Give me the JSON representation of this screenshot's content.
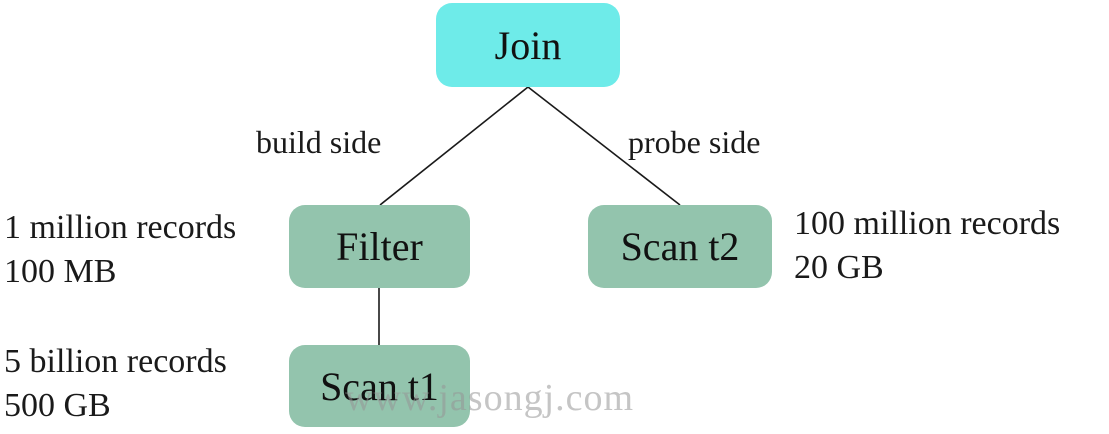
{
  "nodes": {
    "join": "Join",
    "filter": "Filter",
    "scan_t2": "Scan t2",
    "scan_t1": "Scan t1"
  },
  "edges": {
    "build_side": "build side",
    "probe_side": "probe side"
  },
  "stats": {
    "filter": [
      "1 million records",
      "100 MB"
    ],
    "scan_t2": [
      "100 million records",
      "20 GB"
    ],
    "scan_t1": [
      "5 billion records",
      "500 GB"
    ]
  },
  "watermark": "www.jasongj.com",
  "colors": {
    "join_fill": "#6eebe9",
    "child_fill": "#93c4ad",
    "line": "#1a1a1a"
  }
}
